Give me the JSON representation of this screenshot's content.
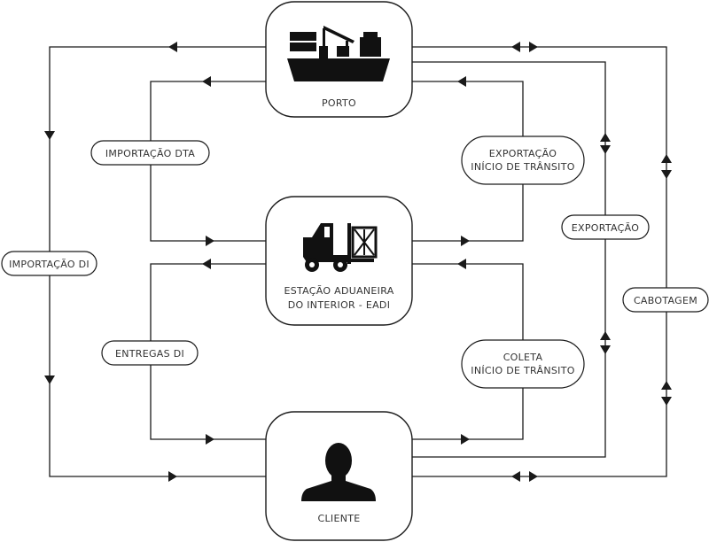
{
  "nodes": {
    "porto": {
      "label": "PORTO"
    },
    "eadi": {
      "label_line1": "ESTAÇÃO ADUANEIRA",
      "label_line2": "DO INTERIOR - EADI"
    },
    "cliente": {
      "label": "CLIENTE"
    }
  },
  "flows": {
    "importacao_dta": "IMPORTAÇÃO DTA",
    "exportacao_transito_line1": "EXPORTAÇÃO",
    "exportacao_transito_line2": "INÍCIO DE TRÂNSITO",
    "importacao_di": "IMPORTAÇÃO DI",
    "exportacao": "EXPORTAÇÃO",
    "cabotagem": "CABOTAGEM",
    "entregas_di": "ENTREGAS DI",
    "coleta_transito_line1": "COLETA",
    "coleta_transito_line2": "INÍCIO DE TRÂNSITO"
  },
  "icons": {
    "porto": "cargo-ship-icon",
    "eadi": "forklift-icon",
    "cliente": "person-icon"
  },
  "colors": {
    "line": "#1a1a1a",
    "box_border": "#1a1a1a",
    "text": "#333333"
  }
}
